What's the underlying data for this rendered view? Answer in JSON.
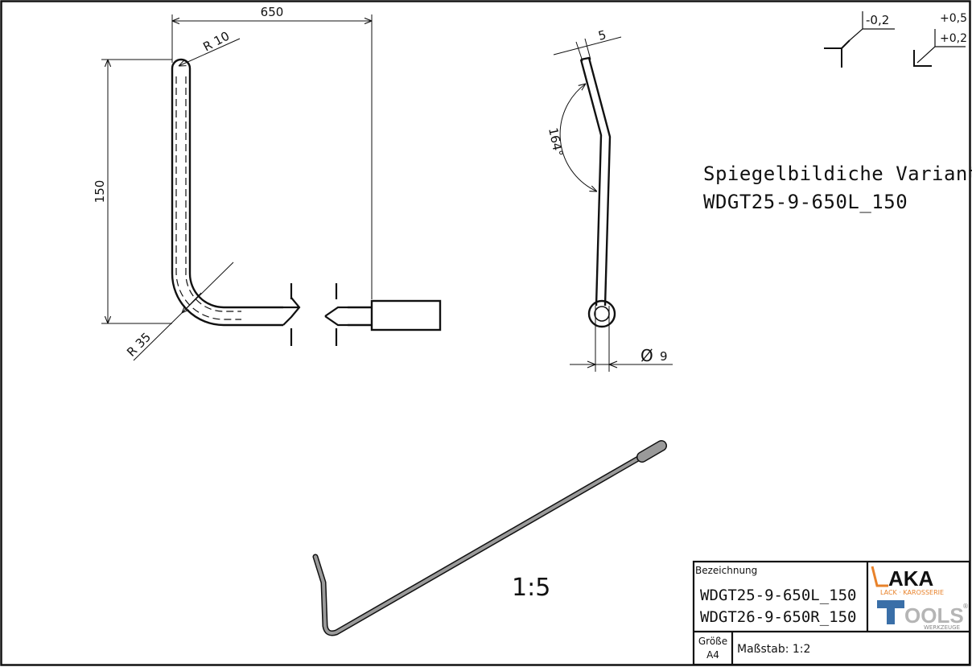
{
  "drawing": {
    "dims": {
      "length": "650",
      "height": "150",
      "radius_top": "R 10",
      "radius_bend": "R 35",
      "thickness": "5",
      "angle": "164°",
      "diameter_symbol": "Ø",
      "diameter_value": "9"
    },
    "tolerances": {
      "t1": "-0,2",
      "t2_upper": "+0,5",
      "t2_lower": "+0,2"
    },
    "note": {
      "line1": "Spiegelbildiche Variante:",
      "line2": "WDGT25-9-650L_150"
    },
    "iso_scale": "1:5"
  },
  "title_block": {
    "designation_label": "Bezeichnung",
    "designation_1": "WDGT25-9-650L_150",
    "designation_2": "WDGT26-9-650R_150",
    "size_label": "Größe",
    "size_value": "A4",
    "scale_label": "Maßstab: 1:2",
    "logo": {
      "aka": "AKA",
      "aka_sub": "LACK · KAROSSERIE",
      "tools": "OOLS",
      "tools_sub": "WERKZEUGE",
      "reg": "®",
      "colors": {
        "orange": "#e8822a",
        "blue": "#3a6fa8"
      }
    }
  }
}
